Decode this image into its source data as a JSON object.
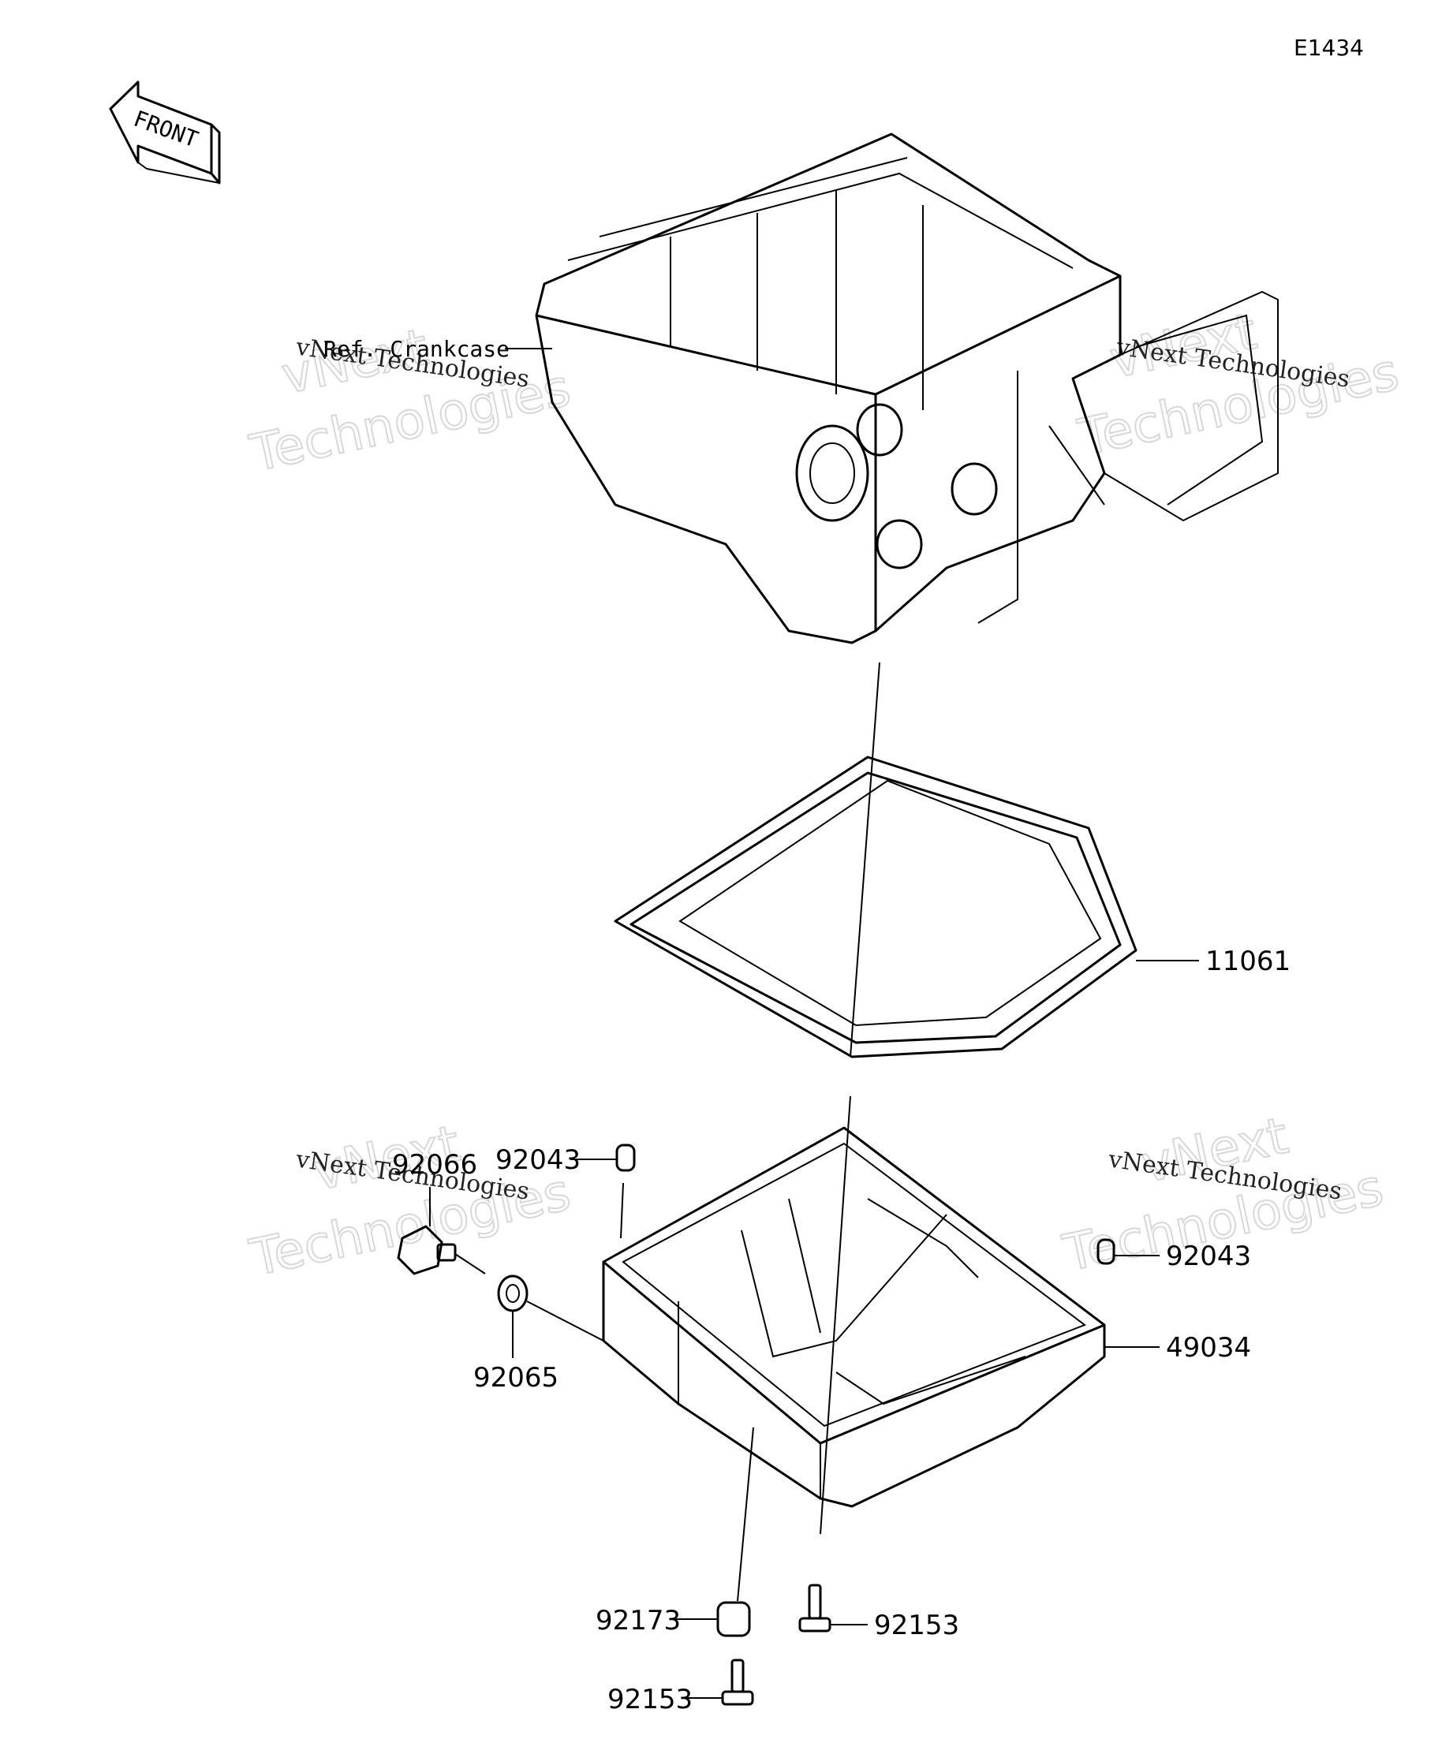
{
  "diagram_id": "E1434",
  "front_label": "FRONT",
  "ref_label": "Ref. Crankcase",
  "watermarks": [
    {
      "line1": "vNext",
      "line2": "Technologies",
      "caption": "vNext Technologies"
    },
    {
      "line1": "vNext",
      "line2": "Technologies",
      "caption": "vNext Technologies"
    },
    {
      "line1": "vNext",
      "line2": "Technologies",
      "caption": "vNext Technologies"
    },
    {
      "line1": "vNext",
      "line2": "Technologies",
      "caption": "vNext Technologies"
    }
  ],
  "parts": {
    "gasket": "11061",
    "oil_pan": "49034",
    "dowel_left": "92043",
    "dowel_right": "92043",
    "drain_plug": "92066",
    "gasket_washer": "92065",
    "clamp": "92173",
    "bolt_right": "92153",
    "bolt_bottom": "92153"
  },
  "colors": {
    "line": "#000000",
    "background": "#ffffff",
    "watermark": "#d8d8d8"
  }
}
